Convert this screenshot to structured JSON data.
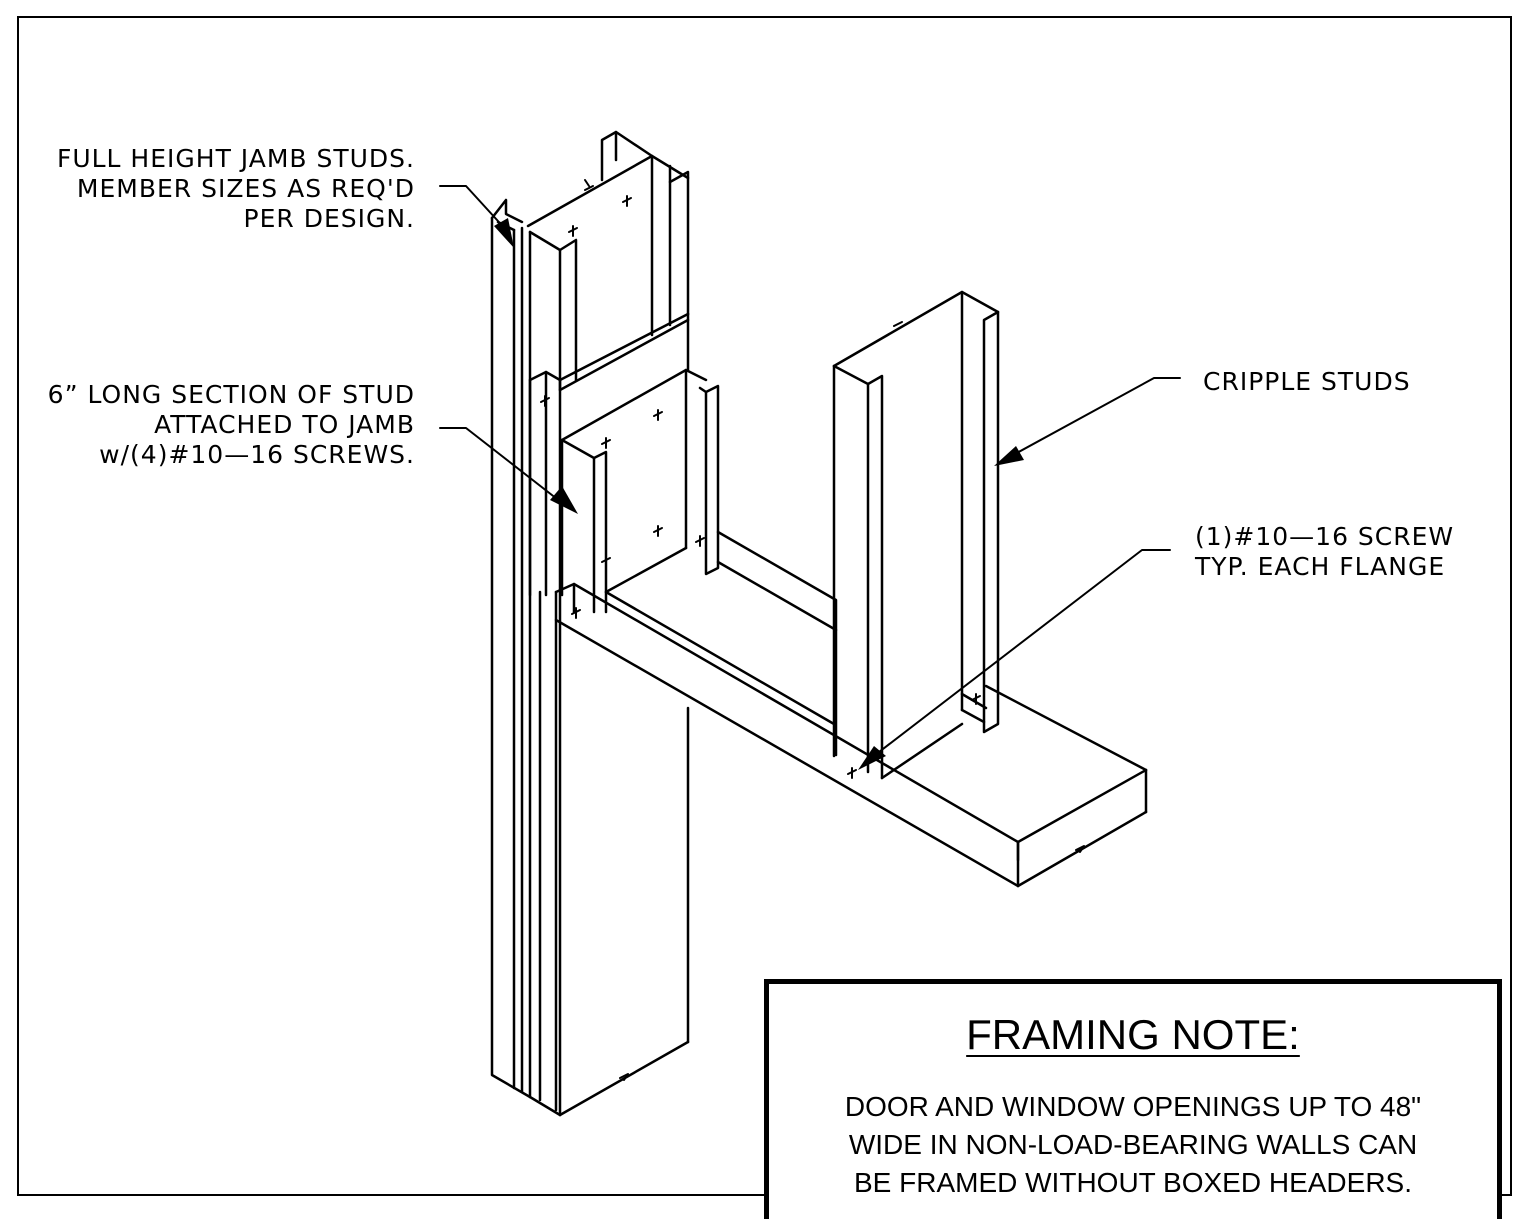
{
  "callouts": {
    "jamb_studs": [
      "FULL HEIGHT JAMB STUDS.",
      "MEMBER SIZES AS REQ'D",
      "PER DESIGN."
    ],
    "stud_section": [
      "6” LONG SECTION OF STUD",
      "ATTACHED TO JAMB",
      "w/(4)#10—16 SCREWS."
    ],
    "cripple_studs": [
      "CRIPPLE STUDS"
    ],
    "screw": [
      "(1)#10—16 SCREW",
      "TYP. EACH FLANGE"
    ]
  },
  "framing_note": {
    "title": "FRAMING NOTE:",
    "lines": [
      "DOOR AND WINDOW OPENINGS UP TO 48\"",
      "WIDE IN NON-LOAD-BEARING WALLS CAN",
      "BE FRAMED WITHOUT BOXED HEADERS."
    ]
  }
}
